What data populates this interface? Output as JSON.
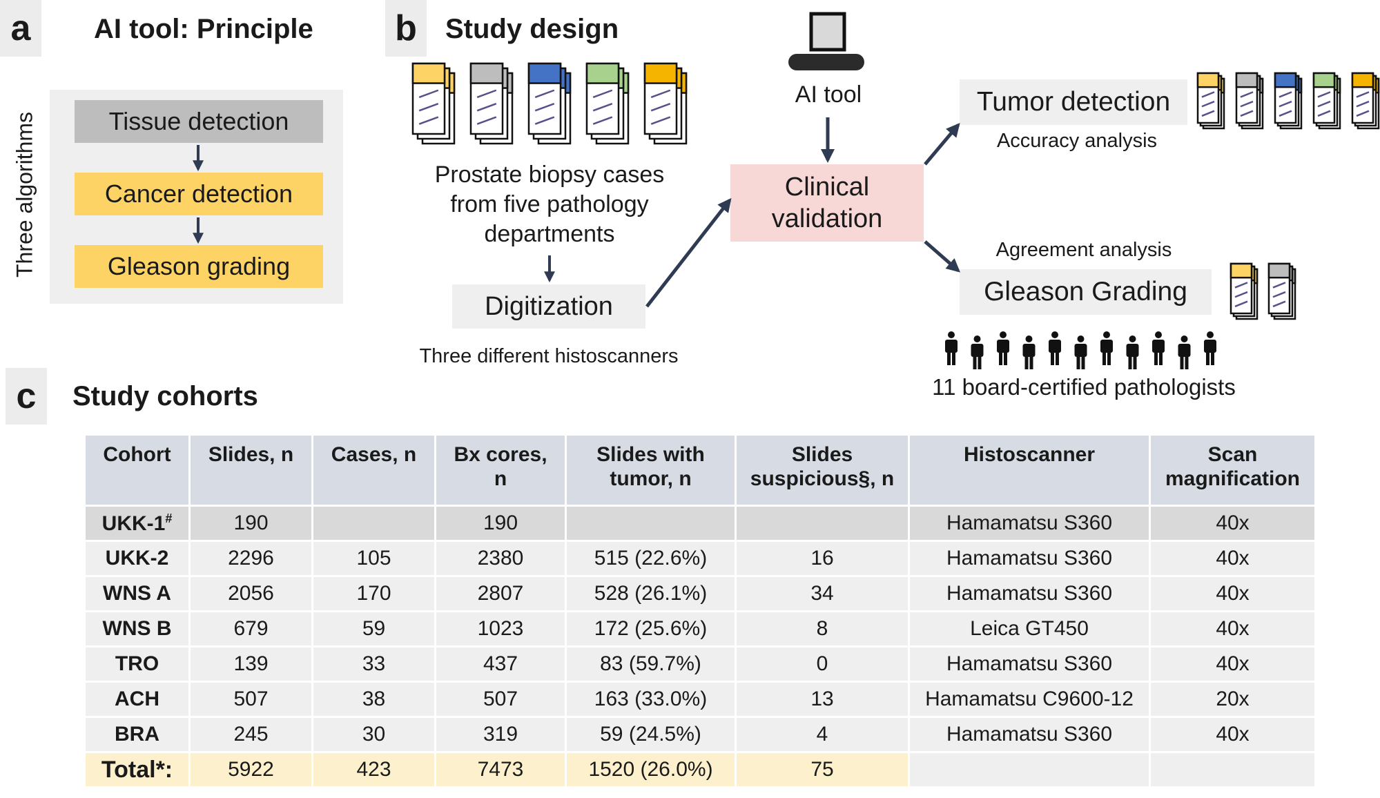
{
  "panel_a": {
    "letter": "a",
    "title": "AI tool: Principle",
    "side_label": "Three algorithms",
    "steps": [
      "Tissue detection",
      "Cancer detection",
      "Gleason grading"
    ]
  },
  "panel_b": {
    "letter": "b",
    "title": "Study design",
    "biopsy_caption": "Prostate biopsy cases\nfrom five pathology\ndepartments",
    "digitization": "Digitization",
    "scanners": "Three different histoscanners",
    "ai_tool": "AI tool",
    "validation": "Clinical\nvalidation",
    "tumor_detection": "Tumor detection",
    "accuracy": "Accuracy analysis",
    "agreement": "Agreement analysis",
    "gleason": "Gleason Grading",
    "pathologists": "11 board-certified pathologists"
  },
  "panel_c": {
    "letter": "c",
    "title": "Study cohorts"
  },
  "colors": {
    "yellow": "#fdd365",
    "gray": "#bdbdbd",
    "blue": "#4472c4",
    "green": "#a9d18e",
    "orange": "#f4b400",
    "pink": "#f8d7d7",
    "header": "#d6dbe4"
  },
  "table": {
    "headers": [
      "Cohort",
      "Slides, n",
      "Cases, n",
      "Bx cores,\nn",
      "Slides with\ntumor, n",
      "Slides\nsuspicious§, n",
      "Histoscanner",
      "Scan\nmagnification"
    ],
    "rows": [
      {
        "cohort": "UKK-1",
        "sup": "#",
        "slides": "190",
        "cases": "",
        "cores": "190",
        "tumor": "",
        "suspicious": "",
        "scanner": "Hamamatsu S360",
        "mag": "40x"
      },
      {
        "cohort": "UKK-2",
        "sup": "",
        "slides": "2296",
        "cases": "105",
        "cores": "2380",
        "tumor": "515 (22.6%)",
        "suspicious": "16",
        "scanner": "Hamamatsu S360",
        "mag": "40x"
      },
      {
        "cohort": "WNS A",
        "sup": "",
        "slides": "2056",
        "cases": "170",
        "cores": "2807",
        "tumor": "528 (26.1%)",
        "suspicious": "34",
        "scanner": "Hamamatsu S360",
        "mag": "40x"
      },
      {
        "cohort": "WNS B",
        "sup": "",
        "slides": "679",
        "cases": "59",
        "cores": "1023",
        "tumor": "172 (25.6%)",
        "suspicious": "8",
        "scanner": "Leica GT450",
        "mag": "40x"
      },
      {
        "cohort": "TRO",
        "sup": "",
        "slides": "139",
        "cases": "33",
        "cores": "437",
        "tumor": "83 (59.7%)",
        "suspicious": "0",
        "scanner": "Hamamatsu S360",
        "mag": "40x"
      },
      {
        "cohort": "ACH",
        "sup": "",
        "slides": "507",
        "cases": "38",
        "cores": "507",
        "tumor": "163 (33.0%)",
        "suspicious": "13",
        "scanner": "Hamamatsu C9600-12",
        "mag": "20x"
      },
      {
        "cohort": "BRA",
        "sup": "",
        "slides": "245",
        "cases": "30",
        "cores": "319",
        "tumor": "59 (24.5%)",
        "suspicious": "4",
        "scanner": "Hamamatsu S360",
        "mag": "40x"
      }
    ],
    "total": {
      "cohort": "Total*:",
      "slides": "5922",
      "cases": "423",
      "cores": "7473",
      "tumor": "1520 (26.0%)",
      "suspicious": "75",
      "scanner": "",
      "mag": ""
    }
  }
}
